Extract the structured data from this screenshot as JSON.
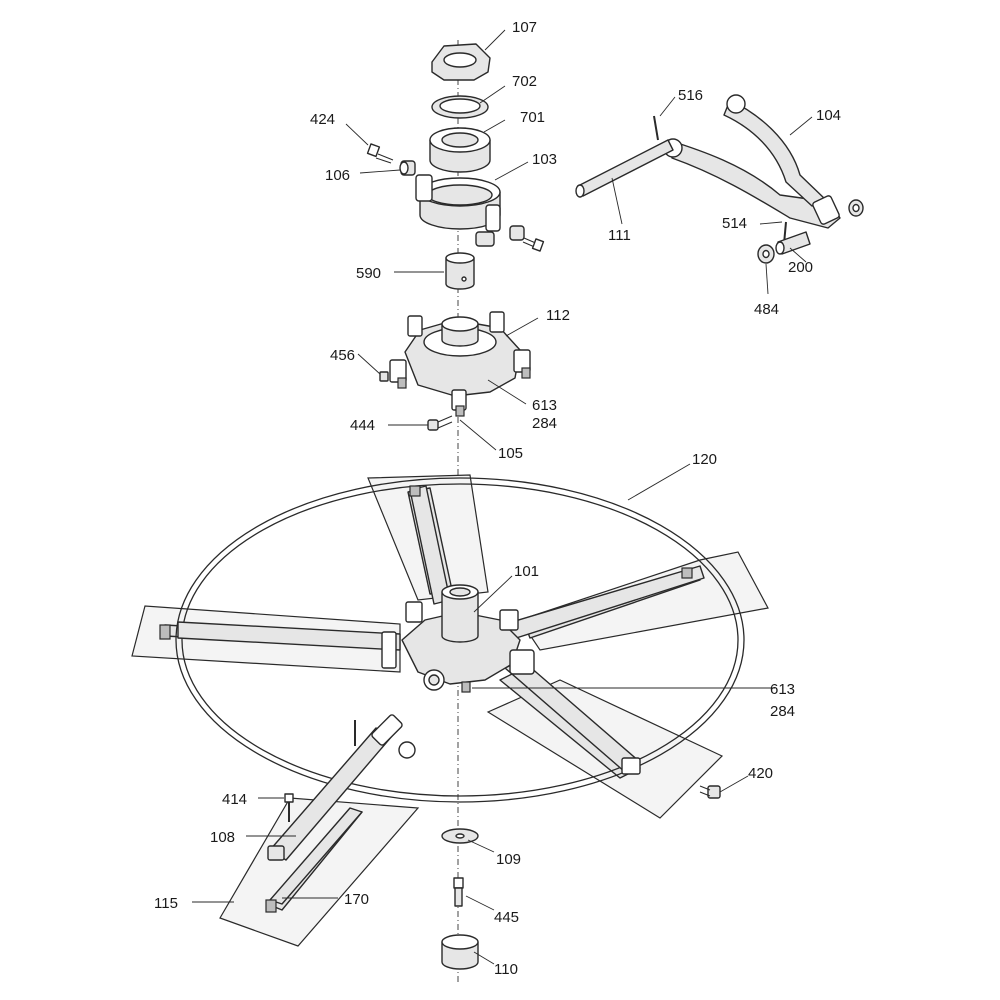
{
  "labels": {
    "p107": "107",
    "p702": "702",
    "p701": "701",
    "p424": "424",
    "p106": "106",
    "p103": "103",
    "p590": "590",
    "p112": "112",
    "p456": "456",
    "p613a": "613",
    "p284a": "284",
    "p444": "444",
    "p105": "105",
    "p516": "516",
    "p104": "104",
    "p111": "111",
    "p514": "514",
    "p200": "200",
    "p484": "484",
    "p120": "120",
    "p101": "101",
    "p613b": "613",
    "p284b": "284",
    "p420": "420",
    "p414": "414",
    "p108": "108",
    "p109": "109",
    "p170": "170",
    "p115": "115",
    "p445": "445",
    "p110": "110"
  }
}
